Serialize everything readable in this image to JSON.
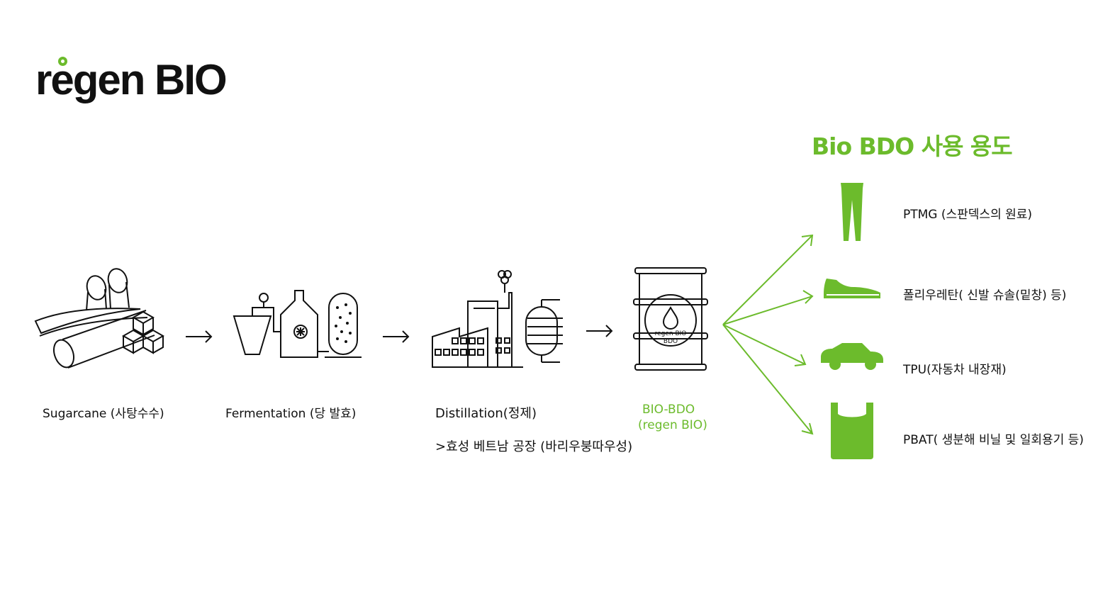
{
  "brand": {
    "logo_text": "regen BIO",
    "accent_color": "#6cbb2c"
  },
  "process": {
    "steps": [
      {
        "label": "Sugarcane (사탕수수)",
        "icon": "sugarcane-icon"
      },
      {
        "label": "Fermentation (당 발효)",
        "icon": "fermentation-icon"
      },
      {
        "label": "Distillation(정제)",
        "note": ">효성 베트남 공장 (바리우붕따우성)",
        "icon": "factory-icon"
      },
      {
        "label_line1": "BIO-BDO",
        "label_line2": "(regen BIO)",
        "icon": "barrel-icon",
        "barrel_text_1": "regen BIO",
        "barrel_text_2": "BDO"
      }
    ]
  },
  "uses": {
    "title": "Bio BDO 사용 용도",
    "items": [
      {
        "label": "PTMG (스판덱스의 원료)",
        "icon": "leggings-icon"
      },
      {
        "label": "폴리우레탄( 신발 슈솔(밑창) 등)",
        "icon": "sneaker-icon"
      },
      {
        "label": "TPU(자동차 내장재)",
        "icon": "car-icon"
      },
      {
        "label": "PBAT( 생분해 비닐 및 일회용기 등)",
        "icon": "plastic-bag-icon"
      }
    ]
  }
}
